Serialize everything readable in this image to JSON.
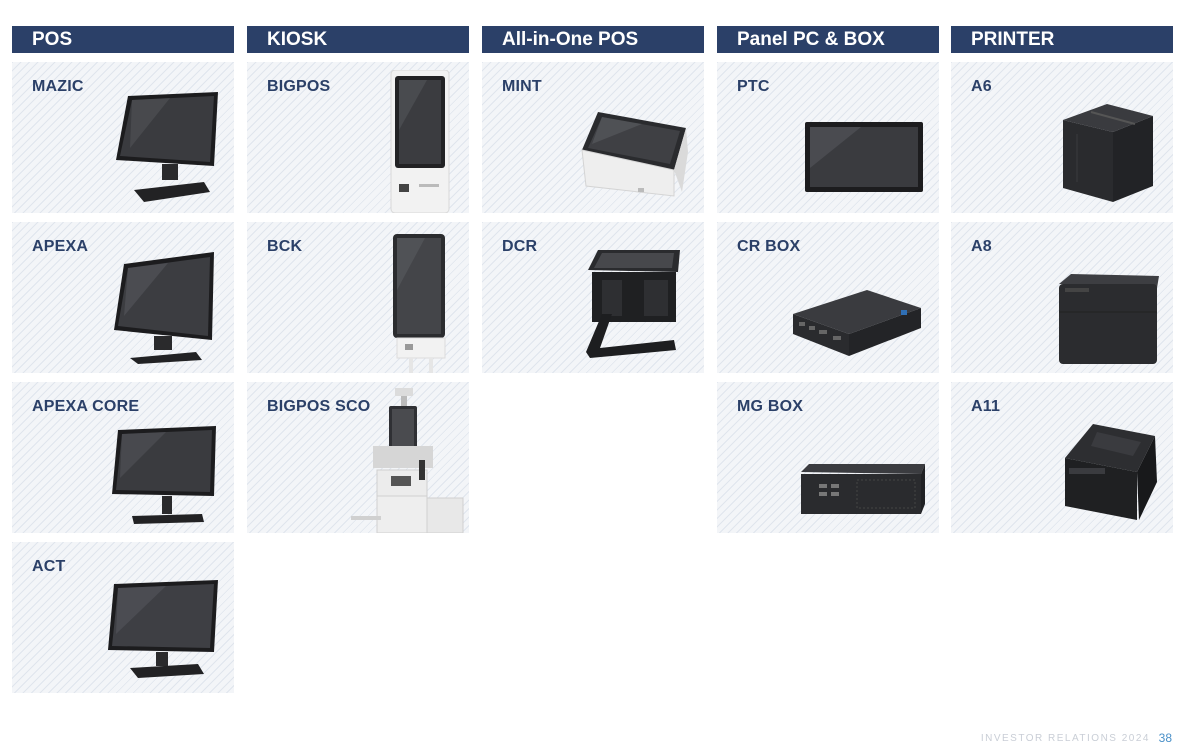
{
  "columns": [
    {
      "title": "POS",
      "items": [
        "MAZIC",
        "APEXA",
        "APEXA CORE",
        "ACT"
      ]
    },
    {
      "title": "KIOSK",
      "items": [
        "BIGPOS",
        "BCK",
        "BIGPOS SCO"
      ]
    },
    {
      "title": "All-in-One POS",
      "items": [
        "MINT",
        "DCR"
      ]
    },
    {
      "title": "Panel PC & BOX",
      "items": [
        "PTC",
        "CR BOX",
        "MG BOX"
      ]
    },
    {
      "title": "PRINTER",
      "items": [
        "A6",
        "A8",
        "A11"
      ]
    }
  ],
  "footer": {
    "text": "INVESTOR RELATIONS 2024",
    "page": "38"
  },
  "colors": {
    "header_bg": "#2b4068",
    "label": "#2b4068",
    "card_bg": "#f3f5f8",
    "page_number": "#4a90c8"
  }
}
